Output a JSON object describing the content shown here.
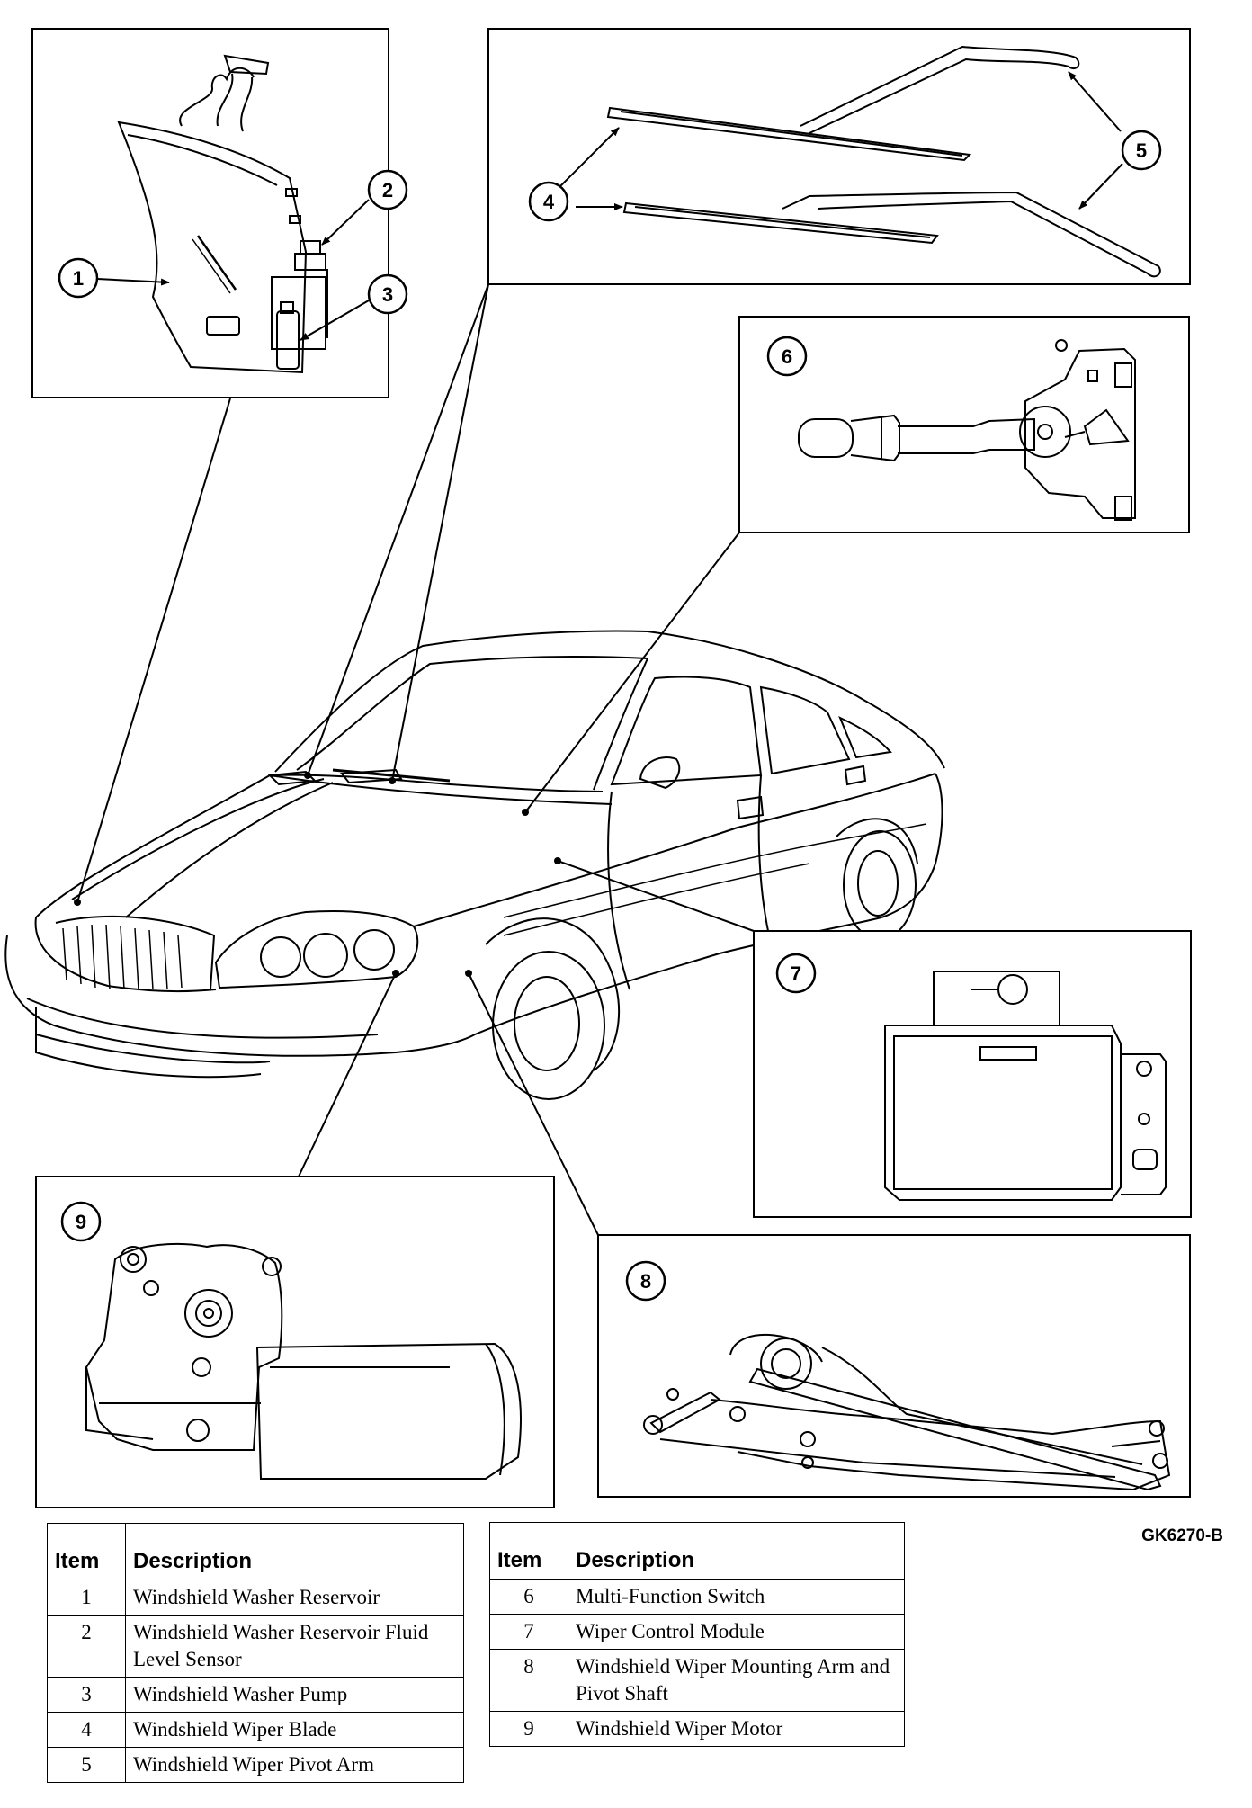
{
  "figure_ref": "GK6270-B",
  "callouts": [
    "1",
    "2",
    "3",
    "4",
    "5",
    "6",
    "7",
    "8",
    "9"
  ],
  "legend": {
    "headers": {
      "item": "Item",
      "description": "Description"
    },
    "left": [
      {
        "item": "1",
        "description": "Windshield Washer Reservoir"
      },
      {
        "item": "2",
        "description": "Windshield Washer Reservoir Fluid Level Sensor"
      },
      {
        "item": "3",
        "description": "Windshield Washer Pump"
      },
      {
        "item": "4",
        "description": "Windshield Wiper Blade"
      },
      {
        "item": "5",
        "description": "Windshield Wiper Pivot Arm"
      }
    ],
    "right": [
      {
        "item": "6",
        "description": "Multi-Function Switch"
      },
      {
        "item": "7",
        "description": "Wiper Control Module"
      },
      {
        "item": "8",
        "description": "Windshield Wiper Mounting Arm and Pivot Shaft"
      },
      {
        "item": "9",
        "description": "Windshield Wiper Motor"
      }
    ]
  }
}
